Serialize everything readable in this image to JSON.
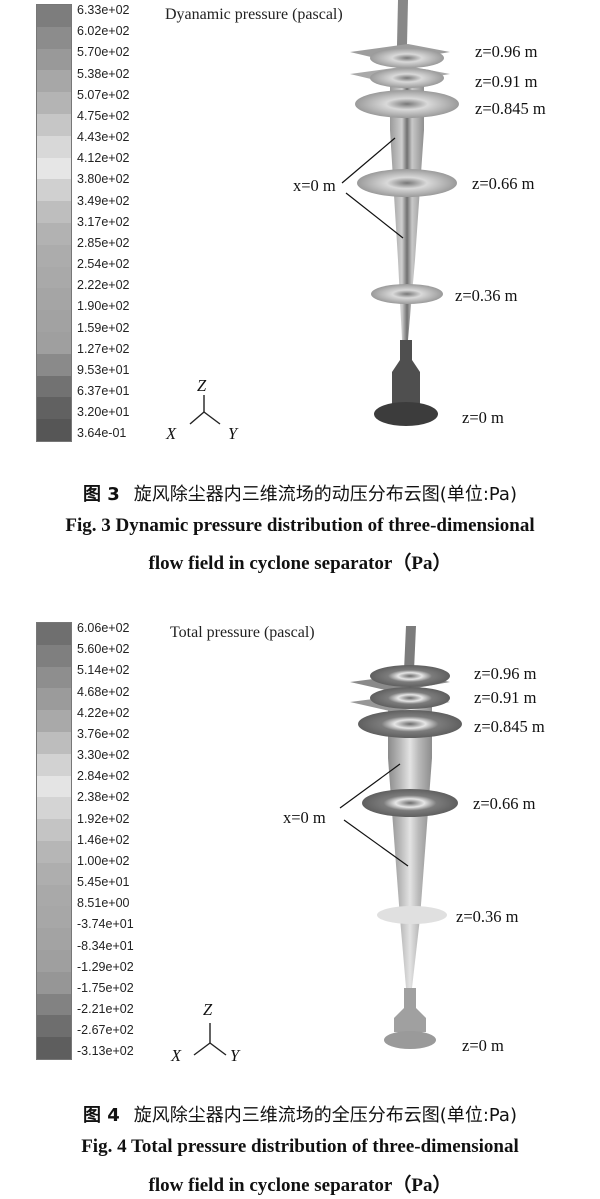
{
  "fig3": {
    "plot_title": "Dyanamic pressure (pascal)",
    "legend_ticks": [
      "6.33e+02",
      "6.02e+02",
      "5.70e+02",
      "5.38e+02",
      "5.07e+02",
      "4.75e+02",
      "4.43e+02",
      "4.12e+02",
      "3.80e+02",
      "3.49e+02",
      "3.17e+02",
      "2.85e+02",
      "2.54e+02",
      "2.22e+02",
      "1.90e+02",
      "1.59e+02",
      "1.27e+02",
      "9.53e+01",
      "6.37e+01",
      "3.20e+01",
      "3.64e-01"
    ],
    "legend_colors": [
      "#7d7d7d",
      "#8c8c8c",
      "#999999",
      "#a7a7a7",
      "#b4b4b4",
      "#c6c6c6",
      "#d8d8d8",
      "#e6e6e6",
      "#d0d0d0",
      "#bebebe",
      "#b2b2b2",
      "#acacac",
      "#a9a9a9",
      "#a5a5a5",
      "#a2a2a2",
      "#9f9f9f",
      "#8a8a8a",
      "#727272",
      "#616161",
      "#565656"
    ],
    "z_labels": [
      "z=0.96 m",
      "z=0.91 m",
      "z=0.845 m",
      "z=0.66 m",
      "z=0.36 m",
      "z=0 m"
    ],
    "x_label": "x=0 m",
    "axes": {
      "z": "Z",
      "x": "X",
      "y": "Y"
    },
    "caption_cn_num": "图 3",
    "caption_cn": "旋风除尘器内三维流场的动压分布云图(单位:Pa)",
    "caption_en_1": "Fig. 3   Dynamic pressure distribution of three-dimensional",
    "caption_en_2": "flow field in cyclone separator（Pa）"
  },
  "fig4": {
    "plot_title": "Total pressure (pascal)",
    "legend_ticks": [
      "6.06e+02",
      "5.60e+02",
      "5.14e+02",
      "4.68e+02",
      "4.22e+02",
      "3.76e+02",
      "3.30e+02",
      "2.84e+02",
      "2.38e+02",
      "1.92e+02",
      "1.46e+02",
      "1.00e+02",
      "5.45e+01",
      "8.51e+00",
      "-3.74e+01",
      "-8.34e+01",
      "-1.29e+02",
      "-1.75e+02",
      "-2.21e+02",
      "-2.67e+02",
      "-3.13e+02"
    ],
    "legend_colors": [
      "#6f6f6f",
      "#7f7f7f",
      "#8e8e8e",
      "#9b9b9b",
      "#a9a9a9",
      "#bdbdbd",
      "#d2d2d2",
      "#e4e4e4",
      "#d4d4d4",
      "#c4c4c4",
      "#b6b6b6",
      "#aeaeae",
      "#a9a9a9",
      "#a7a7a7",
      "#a3a3a3",
      "#9f9f9f",
      "#969696",
      "#828282",
      "#6e6e6e",
      "#5e5e5e"
    ],
    "z_labels": [
      "z=0.96 m",
      "z=0.91 m",
      "z=0.845 m",
      "z=0.66 m",
      "z=0.36 m",
      "z=0 m"
    ],
    "x_label": "x=0 m",
    "axes": {
      "z": "Z",
      "x": "X",
      "y": "Y"
    },
    "caption_cn_num": "图 4",
    "caption_cn": "旋风除尘器内三维流场的全压分布云图(单位:Pa)",
    "caption_en_1": "Fig. 4   Total pressure distribution of three-dimensional",
    "caption_en_2": "flow field in cyclone separator（Pa）"
  }
}
